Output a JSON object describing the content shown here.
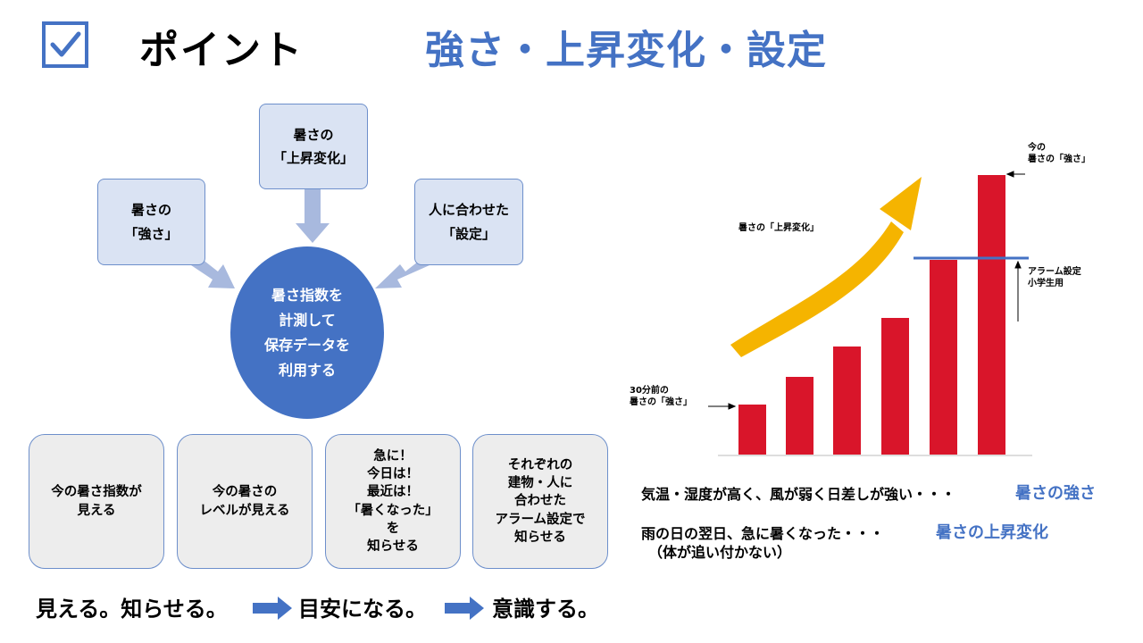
{
  "header": {
    "point_label": "ポイント",
    "subtitle": "強さ・上昇変化・設定",
    "check_icon": "checkbox-checked-icon",
    "accent_color": "#4472c4"
  },
  "diagram": {
    "box_change": "暑さの\n「上昇変化」",
    "box_strength": "暑さの\n「強さ」",
    "box_setting": "人に合わせた\n「設定」",
    "center": "暑さ指数を\n計測して\n保存データを\n利用する",
    "box_color": "#dae3f3",
    "circle_color": "#4472c4"
  },
  "features": [
    "今の暑さ指数が\n見える",
    "今の暑さの\nレベルが見える",
    "急に！\n今日は！\n最近は！\n「暑くなった」\nを\n知らせる",
    "それぞれの\n建物・人に\n合わせた\nアラーム設定で\n知らせる"
  ],
  "flow": {
    "step1": "見える。知らせる。",
    "step2": "目安になる。",
    "step3": "意識する。",
    "arrow_icon": "right-arrow-icon"
  },
  "chart": {
    "annotations": {
      "now": "今の\n暑さの「強さ」",
      "change": "暑さの「上昇変化」",
      "alarm": "アラーム設定\n小学生用",
      "thirty_min": "30分前の\n暑さの「強さ」"
    },
    "bar_color": "#d9152a",
    "trend_color": "#f5b400",
    "threshold_color": "#4472c4"
  },
  "explanations": {
    "row1": "気温・湿度が高く、風が弱く日差しが強い・・・",
    "row1_highlight": "暑さの強さ",
    "row2": "雨の日の翌日、急に暑くなった・・・",
    "row2_highlight": "暑さの上昇変化",
    "row2_note": "（体が追い付かない）"
  }
}
